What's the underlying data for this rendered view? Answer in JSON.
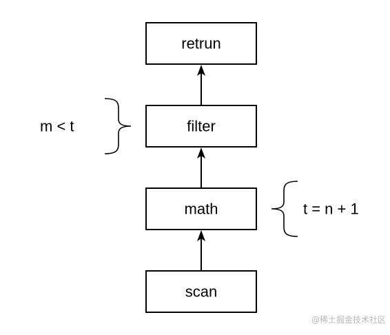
{
  "nodes": {
    "retrun": "retrun",
    "filter": "filter",
    "math": "math",
    "scan": "scan"
  },
  "annotations": {
    "filter_condition": "m < t",
    "math_expression": "t = n + 1"
  },
  "edges": [
    {
      "from": "scan",
      "to": "math"
    },
    {
      "from": "math",
      "to": "filter"
    },
    {
      "from": "filter",
      "to": "retrun"
    }
  ],
  "watermark": "@稀土掘金技术社区",
  "colors": {
    "stroke": "#000000",
    "background": "#ffffff",
    "watermark": "#b8b8b8"
  }
}
